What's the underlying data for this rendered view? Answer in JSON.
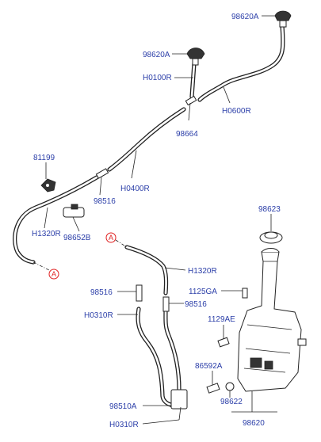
{
  "diagram": {
    "labels": [
      {
        "id": "l-98620A-top",
        "text": "98620A"
      },
      {
        "id": "l-98620A",
        "text": "98620A"
      },
      {
        "id": "l-H0100R",
        "text": "H0100R"
      },
      {
        "id": "l-H0600R",
        "text": "H0600R"
      },
      {
        "id": "l-98664",
        "text": "98664"
      },
      {
        "id": "l-81199",
        "text": "81199"
      },
      {
        "id": "l-H0400R",
        "text": "H0400R"
      },
      {
        "id": "l-98516-upper",
        "text": "98516"
      },
      {
        "id": "l-H1320R-left",
        "text": "H1320R"
      },
      {
        "id": "l-98652B",
        "text": "98652B"
      },
      {
        "id": "l-98623",
        "text": "98623"
      },
      {
        "id": "l-H1320R-right",
        "text": "H1320R"
      },
      {
        "id": "l-98516-left",
        "text": "98516"
      },
      {
        "id": "l-1125GA",
        "text": "1125GA"
      },
      {
        "id": "l-98516-right",
        "text": "98516"
      },
      {
        "id": "l-H0310R-upper",
        "text": "H0310R"
      },
      {
        "id": "l-1129AE",
        "text": "1129AE"
      },
      {
        "id": "l-86592A",
        "text": "86592A"
      },
      {
        "id": "l-98622",
        "text": "98622"
      },
      {
        "id": "l-98510A",
        "text": "98510A"
      },
      {
        "id": "l-98620",
        "text": "98620"
      },
      {
        "id": "l-H0310R-lower",
        "text": "H0310R"
      }
    ],
    "refs": [
      {
        "id": "ref-left",
        "text": "A"
      },
      {
        "id": "ref-right",
        "text": "A"
      }
    ],
    "colors": {
      "label": "#2b3ea8",
      "ref": "#e02020",
      "line": "#222222"
    }
  }
}
